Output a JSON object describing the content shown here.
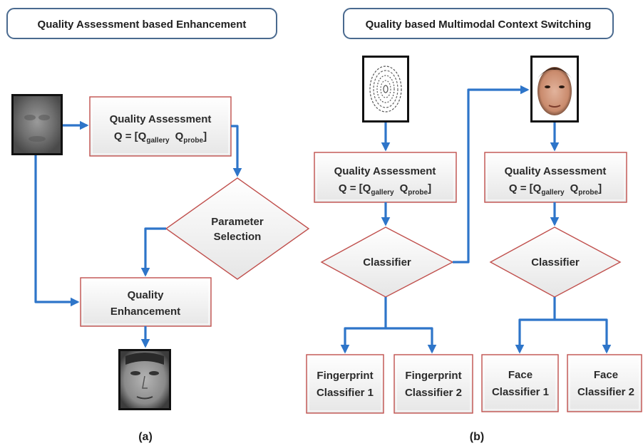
{
  "panel_a": {
    "header": "Quality Assessment based Enhancement",
    "qa_box": {
      "title": "Quality Assessment",
      "formula_prefix": "Q = [Q",
      "sub_gallery": "gallery",
      "formula_mid": "Q",
      "sub_probe": "probe",
      "formula_suffix": "]"
    },
    "param_diamond": {
      "line1": "Parameter",
      "line2": "Selection"
    },
    "enh_box": {
      "line1": "Quality",
      "line2": "Enhancement"
    },
    "caption": "(a)"
  },
  "panel_b": {
    "header": "Quality based Multimodal Context Switching",
    "qa_left": {
      "title": "Quality Assessment",
      "formula_prefix": "Q = [Q",
      "sub_gallery": "gallery",
      "formula_mid": "Q",
      "sub_probe": "probe",
      "formula_suffix": "]"
    },
    "qa_right": {
      "title": "Quality Assessment",
      "formula_prefix": "Q = [Q",
      "sub_gallery": "gallery",
      "formula_mid": "Q",
      "sub_probe": "probe",
      "formula_suffix": "]"
    },
    "classifier_left": "Classifier",
    "classifier_right": "Classifier",
    "fp1": {
      "line1": "Fingerprint",
      "line2": "Classifier 1"
    },
    "fp2": {
      "line1": "Fingerprint",
      "line2": "Classifier 2"
    },
    "face1": {
      "line1": "Face",
      "line2": "Classifier 1"
    },
    "face2": {
      "line1": "Face",
      "line2": "Classifier 2"
    },
    "caption": "(b)"
  },
  "colors": {
    "arrow": "#2e75c9",
    "box_border": "#c0504d",
    "header_border": "#4a6a8f"
  }
}
